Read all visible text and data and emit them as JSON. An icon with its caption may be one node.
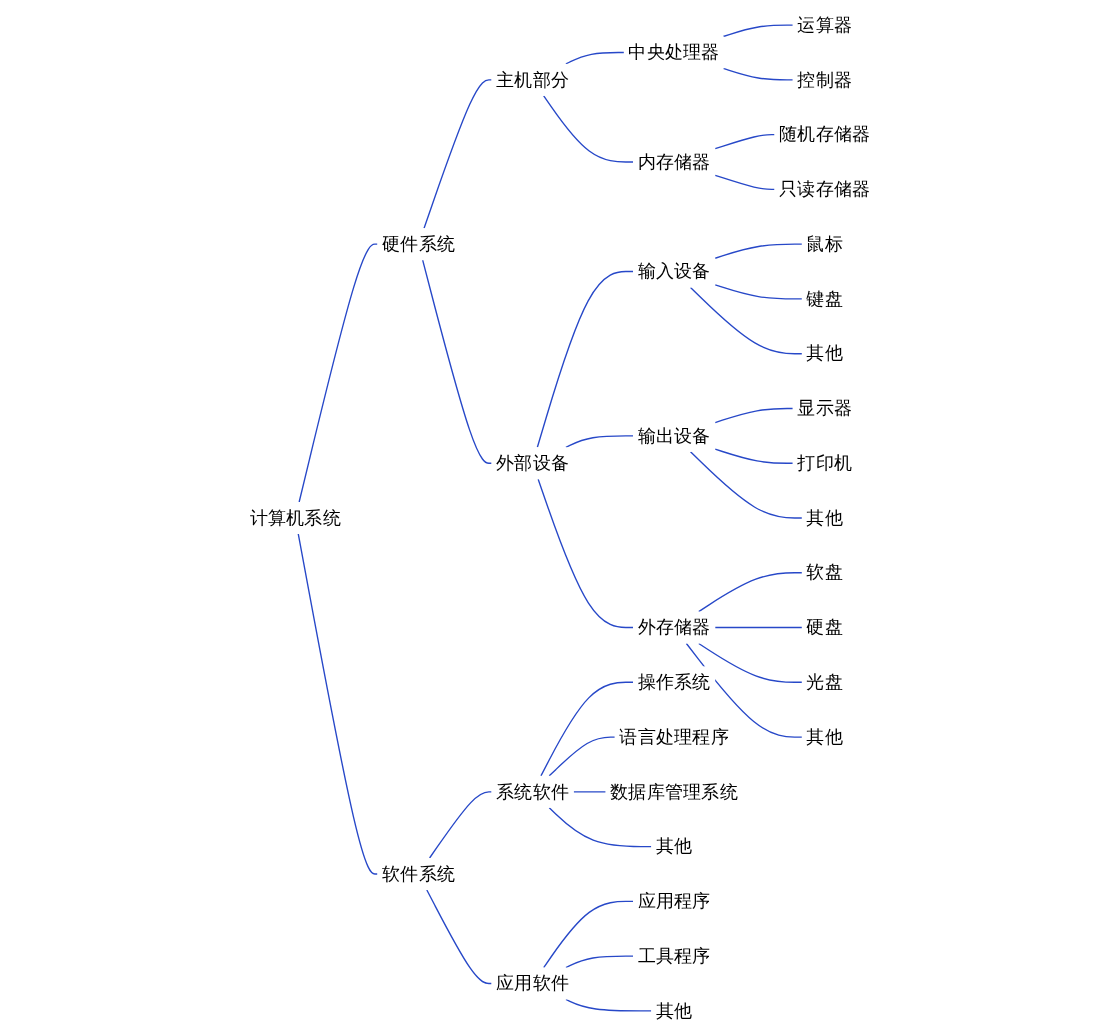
{
  "diagram": {
    "nodes": [
      {
        "text": [
          "计算机系统"
        ]
      },
      {
        "text": [
          "硬件系统"
        ]
      },
      {
        "text": [
          "主机部分"
        ]
      },
      {
        "text": [
          "中央处理器"
        ]
      },
      {
        "text": [
          "运算器"
        ]
      },
      {
        "text": [
          "控制器"
        ]
      },
      {
        "text": [
          "内存储器"
        ]
      },
      {
        "text": [
          "随机存储器"
        ]
      },
      {
        "text": [
          "只读存储器"
        ]
      },
      {
        "text": [
          "外部设备"
        ]
      },
      {
        "text": [
          "输入设备"
        ]
      },
      {
        "text": [
          "鼠标"
        ]
      },
      {
        "text": [
          "键盘"
        ]
      },
      {
        "text": [
          "其他"
        ]
      },
      {
        "text": [
          "输出设备"
        ]
      },
      {
        "text": [
          "显示器"
        ]
      },
      {
        "text": [
          "打印机"
        ]
      },
      {
        "text": [
          "其他"
        ]
      },
      {
        "text": [
          "外存储器"
        ]
      },
      {
        "text": [
          "软盘"
        ]
      },
      {
        "text": [
          "硬盘"
        ]
      },
      {
        "text": [
          "光盘"
        ]
      },
      {
        "text": [
          "其他"
        ]
      },
      {
        "text": [
          "软件系统"
        ]
      },
      {
        "text": [
          "系统软件"
        ]
      },
      {
        "text": [
          "操作系统"
        ]
      },
      {
        "text": [
          "语言处理程序"
        ]
      },
      {
        "text": [
          "数据库管理系统"
        ]
      },
      {
        "text": [
          "其他"
        ]
      },
      {
        "text": [
          "应用软件"
        ]
      },
      {
        "text": [
          "应用程序"
        ]
      },
      {
        "text": [
          "工具程序"
        ]
      },
      {
        "text": [
          "其他"
        ]
      }
    ],
    "edges": [
      {
        "from": 0,
        "to": 1,
        "arrow": "none"
      },
      {
        "from": 1,
        "to": 2,
        "arrow": "none"
      },
      {
        "from": 2,
        "to": 3,
        "arrow": "none"
      },
      {
        "from": 3,
        "to": 4,
        "arrow": "none"
      },
      {
        "from": 3,
        "to": 5,
        "arrow": "none"
      },
      {
        "from": 2,
        "to": 6,
        "arrow": "none"
      },
      {
        "from": 6,
        "to": 7,
        "arrow": "none"
      },
      {
        "from": 6,
        "to": 8,
        "arrow": "none"
      },
      {
        "from": 1,
        "to": 9,
        "arrow": "none"
      },
      {
        "from": 9,
        "to": 10,
        "arrow": "none"
      },
      {
        "from": 10,
        "to": 11,
        "arrow": "none"
      },
      {
        "from": 10,
        "to": 12,
        "arrow": "none"
      },
      {
        "from": 10,
        "to": 13,
        "arrow": "none"
      },
      {
        "from": 9,
        "to": 14,
        "arrow": "none"
      },
      {
        "from": 14,
        "to": 15,
        "arrow": "none"
      },
      {
        "from": 14,
        "to": 16,
        "arrow": "none"
      },
      {
        "from": 14,
        "to": 17,
        "arrow": "none"
      },
      {
        "from": 9,
        "to": 18,
        "arrow": "none"
      },
      {
        "from": 18,
        "to": 19,
        "arrow": "none"
      },
      {
        "from": 18,
        "to": 20,
        "arrow": "none"
      },
      {
        "from": 18,
        "to": 21,
        "arrow": "none"
      },
      {
        "from": 18,
        "to": 22,
        "arrow": "none"
      },
      {
        "from": 0,
        "to": 23,
        "arrow": "none"
      },
      {
        "from": 23,
        "to": 24,
        "arrow": "none"
      },
      {
        "from": 24,
        "to": 25,
        "arrow": "none"
      },
      {
        "from": 24,
        "to": 26,
        "arrow": "none"
      },
      {
        "from": 24,
        "to": 27,
        "arrow": "none"
      },
      {
        "from": 24,
        "to": 28,
        "arrow": "none"
      },
      {
        "from": 23,
        "to": 29,
        "arrow": "none"
      },
      {
        "from": 29,
        "to": 30,
        "arrow": "none"
      },
      {
        "from": 29,
        "to": 31,
        "arrow": "none"
      },
      {
        "from": 29,
        "to": 32,
        "arrow": "none"
      }
    ]
  }
}
